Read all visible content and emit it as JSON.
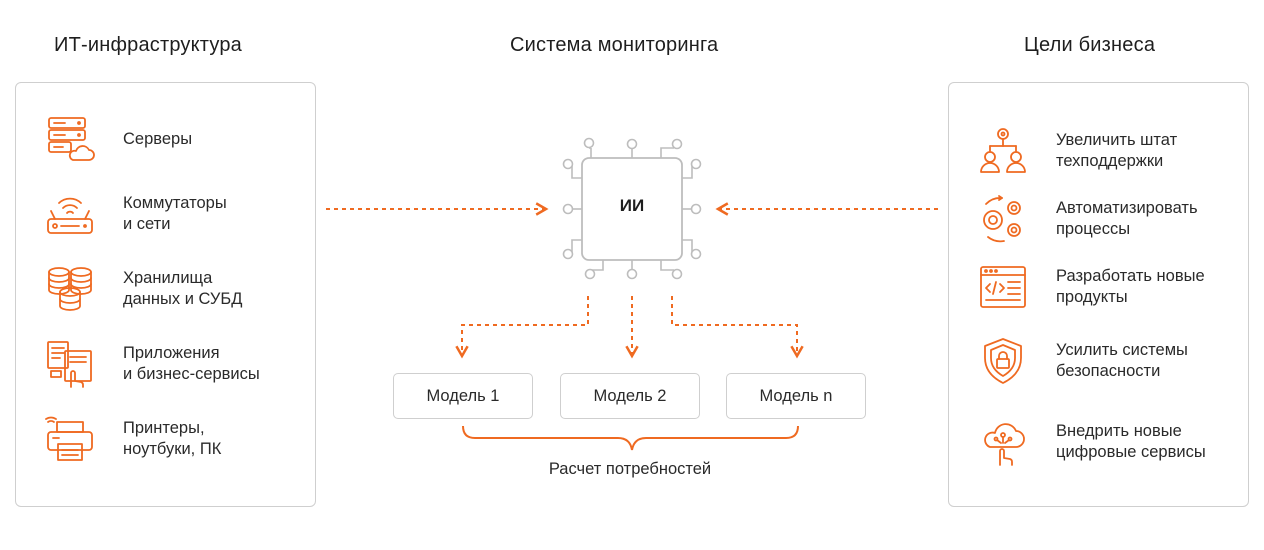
{
  "headings": {
    "left": "ИТ-инфраструктура",
    "center": "Система мониторинга",
    "right": "Цели бизнеса"
  },
  "accent_color": "#ef6a21",
  "infrastructure": [
    {
      "label": "Серверы",
      "icon": "server-cloud-icon"
    },
    {
      "label": "Коммутаторы\nи сети",
      "icon": "router-icon"
    },
    {
      "label": "Хранилища\nданных и СУБД",
      "icon": "database-icon"
    },
    {
      "label": "Приложения\nи бизнес-сервисы",
      "icon": "application-touch-icon"
    },
    {
      "label": "Принтеры,\nноутбуки, ПК",
      "icon": "printer-icon"
    }
  ],
  "business_goals": [
    {
      "label": "Увеличить штат\nтехподдержки",
      "icon": "support-team-icon"
    },
    {
      "label": "Автоматизировать\nпроцессы",
      "icon": "gears-cycle-icon"
    },
    {
      "label": "Разработать новые\nпродукты",
      "icon": "code-window-icon"
    },
    {
      "label": "Усилить системы\nбезопасности",
      "icon": "shield-lock-icon"
    },
    {
      "label": "Внедрить новые\nцифровые сервисы",
      "icon": "cloud-touch-icon"
    }
  ],
  "chip": {
    "label": "ИИ",
    "icon": "ai-chip-icon"
  },
  "models": [
    "Модель 1",
    "Модель 2",
    "Модель n"
  ],
  "calculation_label": "Расчет потребностей"
}
